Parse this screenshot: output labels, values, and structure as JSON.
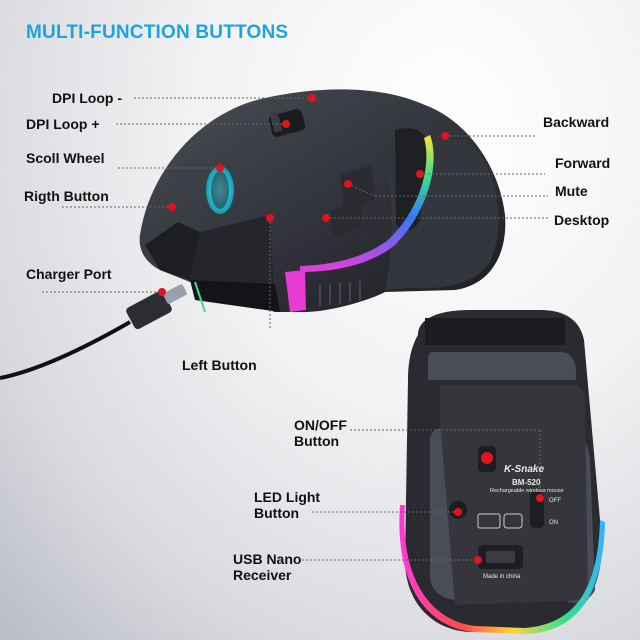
{
  "title": "MULTI-FUNCTION BUTTONS",
  "labels": {
    "dpi_loop_minus": "DPI Loop -",
    "dpi_loop_plus": "DPI Loop +",
    "scroll_wheel": "Scoll Wheel",
    "right_button": "Rigth Button",
    "charger_port": "Charger Port",
    "left_button": "Left Button",
    "backward": "Backward",
    "forward": "Forward",
    "mute": "Mute",
    "desktop": "Desktop",
    "on_off_line1": "ON/OFF",
    "on_off_line2": "Button",
    "led_line1": "LED Light",
    "led_line2": "Button",
    "usb_line1": "USB Nano",
    "usb_line2": "Receiver"
  },
  "bottom_text": {
    "brand": "K-Snake",
    "model": "BM-520",
    "desc": "Rechargeable wireless mouse",
    "off": "OFF",
    "on": "ON",
    "made_in": "Made in china"
  },
  "colors": {
    "title": "#1ea3e0",
    "marker": "#e0141c",
    "mouse_body": "#2b2d33"
  }
}
